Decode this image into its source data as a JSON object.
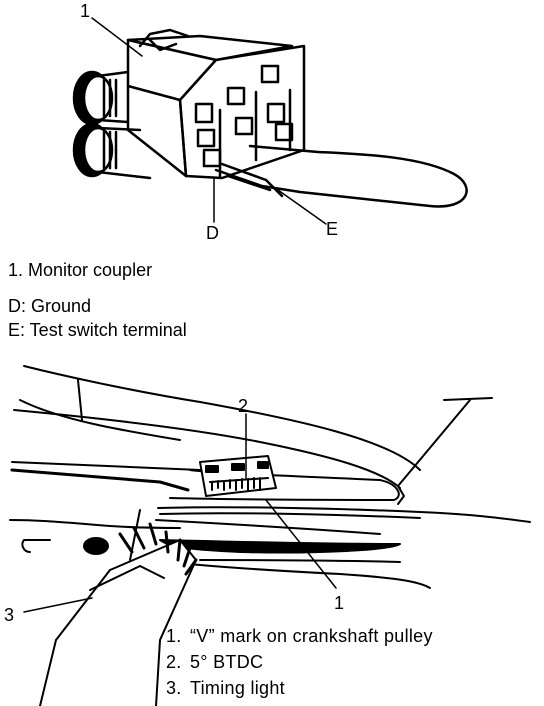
{
  "figure1": {
    "callouts": {
      "n1": "1",
      "d": "D",
      "e": "E"
    },
    "legend": [
      {
        "key": "1. Monitor coupler"
      },
      {
        "key": "D: Ground"
      },
      {
        "key": "E: Test switch terminal"
      }
    ]
  },
  "figure2": {
    "callouts": {
      "n1": "1",
      "n2": "2",
      "n3": "3"
    },
    "legend": [
      {
        "num": "1.",
        "text": "“V” mark on crankshaft pulley"
      },
      {
        "num": "2.",
        "text": "5° BTDC"
      },
      {
        "num": "3.",
        "text": "Timing light"
      }
    ]
  }
}
